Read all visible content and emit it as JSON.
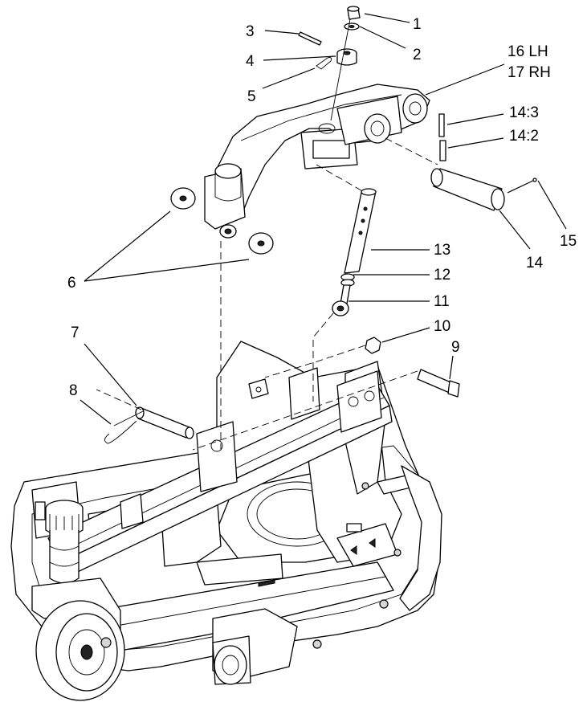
{
  "callouts": {
    "c1": "1",
    "c2": "2",
    "c3": "3",
    "c4": "4",
    "c5": "5",
    "c6": "6",
    "c7": "7",
    "c8": "8",
    "c9": "9",
    "c10": "10",
    "c11": "11",
    "c12": "12",
    "c13": "13",
    "c14": "14",
    "c14_2": "14:2",
    "c14_3": "14:3",
    "c15": "15",
    "c16": "16 LH",
    "c17": "17 RH"
  }
}
